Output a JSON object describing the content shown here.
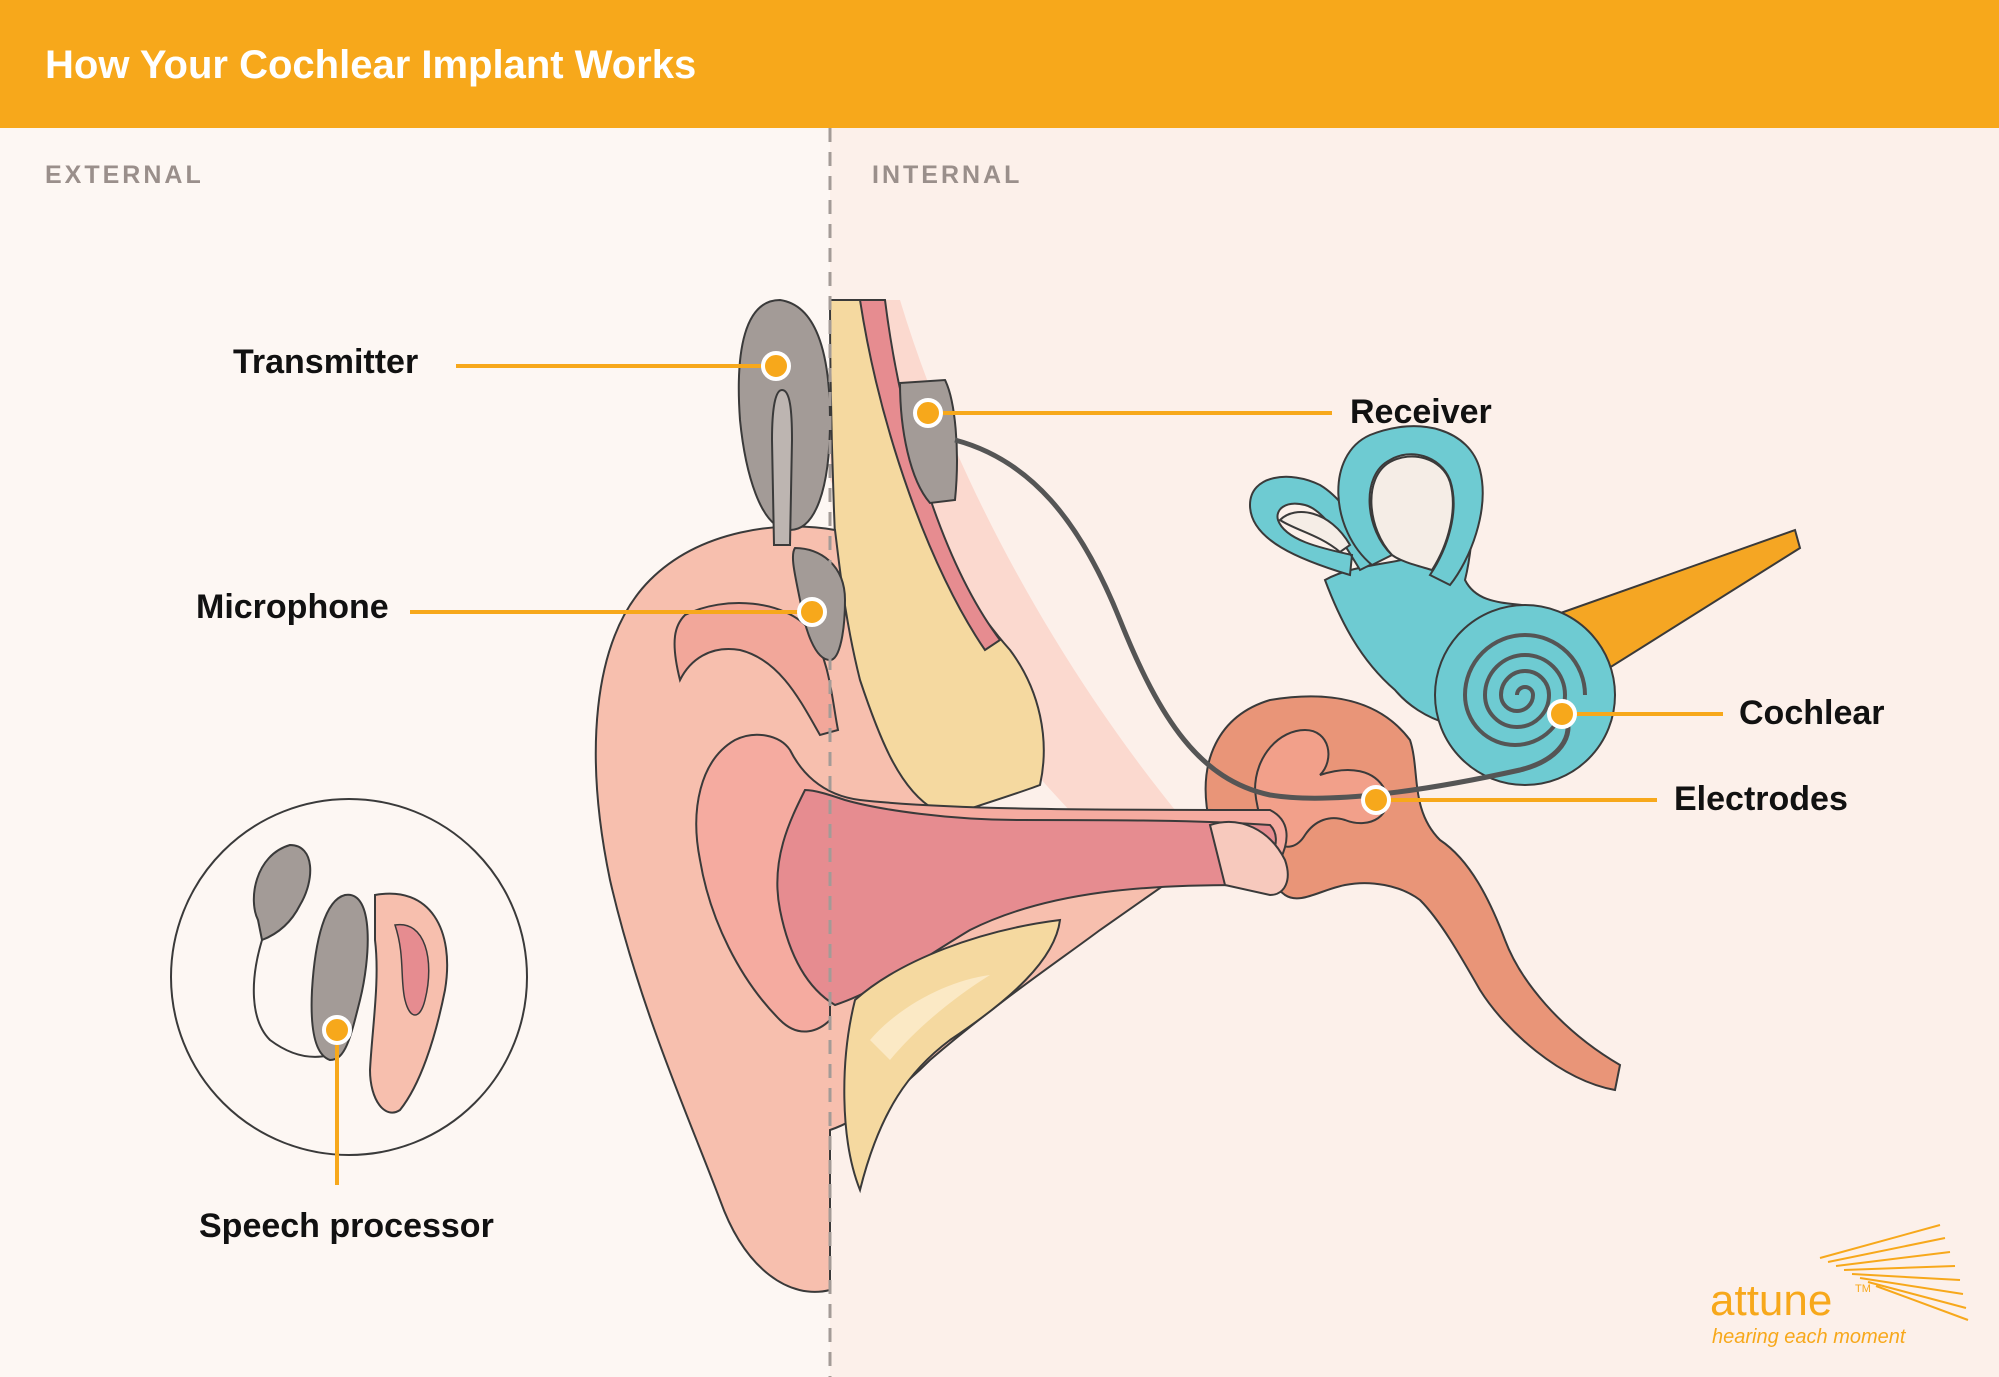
{
  "header": {
    "title": "How Your Cochlear Implant Works"
  },
  "sections": {
    "external": "EXTERNAL",
    "internal": "INTERNAL"
  },
  "labels": {
    "transmitter": "Transmitter",
    "microphone": "Microphone",
    "speech_processor": "Speech processor",
    "receiver": "Receiver",
    "cochlear": "Cochlear",
    "electrodes": "Electrodes"
  },
  "brand": {
    "name": "attune",
    "trademark": "TM",
    "tagline": "hearing each moment"
  },
  "colors": {
    "header_bg": "#f7a81b",
    "accent": "#f7a81b",
    "external_bg": "#fdf7f3",
    "internal_bg": "#fcf0ea",
    "device_gray": "#a39b97",
    "cochlea_teal": "#6ecbd2",
    "skin": "#f7bfae",
    "canal": "#e68c90",
    "bone": "#f5d9a0",
    "middle_ear": "#e99578"
  }
}
